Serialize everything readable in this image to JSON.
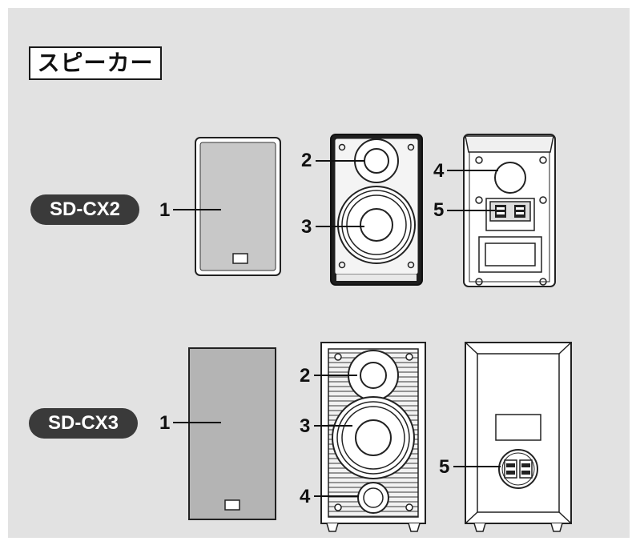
{
  "title": "スピーカー",
  "models": [
    {
      "name": "SD-CX2",
      "callouts": {
        "grille": "1",
        "tweeter": "2",
        "woofer": "3",
        "port": "4",
        "terminal": "5"
      }
    },
    {
      "name": "SD-CX3",
      "callouts": {
        "grille": "1",
        "tweeter": "2",
        "woofer": "3",
        "port": "4",
        "terminal": "5"
      }
    }
  ]
}
